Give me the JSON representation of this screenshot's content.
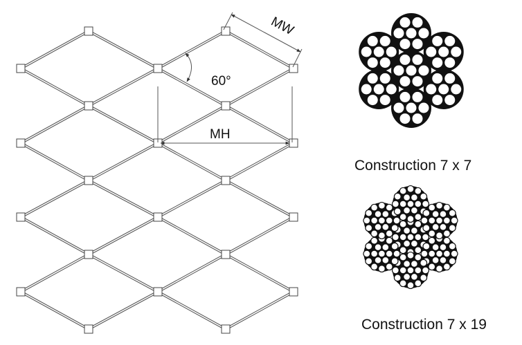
{
  "mesh": {
    "angle_label": "60°",
    "mw_label": "MW",
    "mh_label": "MH",
    "angle_degrees": 60
  },
  "cables": {
    "construction_7x7": {
      "caption": "Construction 7 x 7",
      "strands": 7,
      "wires_per_strand": 7
    },
    "construction_7x19": {
      "caption": "Construction 7 x 19",
      "strands": 7,
      "wires_per_strand": 19
    }
  },
  "colors": {
    "line": "#555555",
    "fill": "#111111",
    "wire_fill": "#ffffff"
  }
}
